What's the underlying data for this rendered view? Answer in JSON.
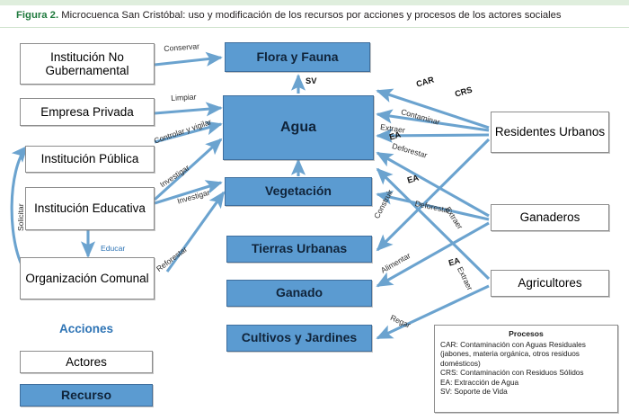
{
  "header": {
    "figure_label": "Figura 2.",
    "caption": "Microcuenca San Cristóbal: uso y modificación de los recursos por acciones y procesos de los actores sociales"
  },
  "colors": {
    "resource_fill": "#5b9bd1",
    "resource_border": "#3f6f9e",
    "actor_fill": "#ffffff",
    "actor_border": "#8d8d8d",
    "arrow": "#6ba3cf",
    "accent_title": "#1f7a3d",
    "legend_heading": "#2e74b5"
  },
  "actors_left": [
    {
      "id": "ong",
      "label": "Institución No Gubernamental"
    },
    {
      "id": "empresa",
      "label": "Empresa Privada"
    },
    {
      "id": "publica",
      "label": "Institución Pública"
    },
    {
      "id": "educativa",
      "label": "Institución Educativa"
    },
    {
      "id": "comunal",
      "label": "Organización Comunal"
    }
  ],
  "actors_right": [
    {
      "id": "residentes",
      "label": "Residentes Urbanos"
    },
    {
      "id": "ganaderos",
      "label": "Ganaderos"
    },
    {
      "id": "agricultores",
      "label": "Agricultores"
    }
  ],
  "resources": [
    {
      "id": "flora",
      "label": "Flora y Fauna"
    },
    {
      "id": "agua",
      "label": "Agua"
    },
    {
      "id": "vegetacion",
      "label": "Vegetación"
    },
    {
      "id": "tierras",
      "label": "Tierras Urbanas"
    },
    {
      "id": "ganado",
      "label": "Ganado"
    },
    {
      "id": "cultivos",
      "label": "Cultivos y Jardines"
    }
  ],
  "action_labels": [
    {
      "id": "conservar",
      "text": "Conservar",
      "from": "ong",
      "to": "flora"
    },
    {
      "id": "limpiar",
      "text": "Limpiar",
      "from": "empresa",
      "to": "agua"
    },
    {
      "id": "controlar",
      "text": "Controlar y vigilar",
      "from": "publica",
      "to": "agua"
    },
    {
      "id": "investigar1",
      "text": "Investigar",
      "from": "educativa",
      "to": "agua"
    },
    {
      "id": "investigar2",
      "text": "Investigar",
      "from": "educativa",
      "to": "vegetacion"
    },
    {
      "id": "reforestar",
      "text": "Reforestar",
      "from": "comunal",
      "to": "vegetacion"
    },
    {
      "id": "solicitar",
      "text": "Solicitar",
      "from": "comunal",
      "to": "publica"
    },
    {
      "id": "educar",
      "text": "Educar",
      "from": "educativa",
      "to": "comunal"
    },
    {
      "id": "contaminar",
      "text": "Contaminar",
      "from": "residentes",
      "to": "agua"
    },
    {
      "id": "extraer1",
      "text": "Extraer",
      "from": "residentes",
      "to": "agua"
    },
    {
      "id": "deforestar1",
      "text": "Deforestar",
      "from": "residentes",
      "to": "vegetacion"
    },
    {
      "id": "construir",
      "text": "Construir",
      "from": "residentes",
      "to": "tierras"
    },
    {
      "id": "extraer2",
      "text": "Extraer",
      "from": "ganaderos",
      "to": "agua"
    },
    {
      "id": "deforestar2",
      "text": "Deforestar",
      "from": "ganaderos",
      "to": "vegetacion"
    },
    {
      "id": "alimentar",
      "text": "Alimentar",
      "from": "ganaderos",
      "to": "ganado"
    },
    {
      "id": "extraer3",
      "text": "Extraer",
      "from": "agricultores",
      "to": "agua"
    },
    {
      "id": "regar",
      "text": "Regar",
      "from": "agricultores",
      "to": "cultivos"
    }
  ],
  "process_labels": [
    {
      "id": "car",
      "text": "CAR"
    },
    {
      "id": "crs",
      "text": "CRS"
    },
    {
      "id": "sv",
      "text": "SV"
    },
    {
      "id": "ea1",
      "text": "EA"
    },
    {
      "id": "ea2",
      "text": "EA"
    },
    {
      "id": "ea3",
      "text": "EA"
    }
  ],
  "legend_left": {
    "heading": "Acciones",
    "actores_label": "Actores",
    "recurso_label": "Recurso"
  },
  "legend_processes": {
    "title": "Procesos",
    "lines": [
      "CAR: Contaminación con Aguas Residuales",
      "(jabones, materia orgánica, otros residuos",
      "domésticos)",
      "CRS: Contaminación con Residuos Sólidos",
      "EA: Extracción de Agua",
      "SV: Soporte de Vida"
    ]
  }
}
